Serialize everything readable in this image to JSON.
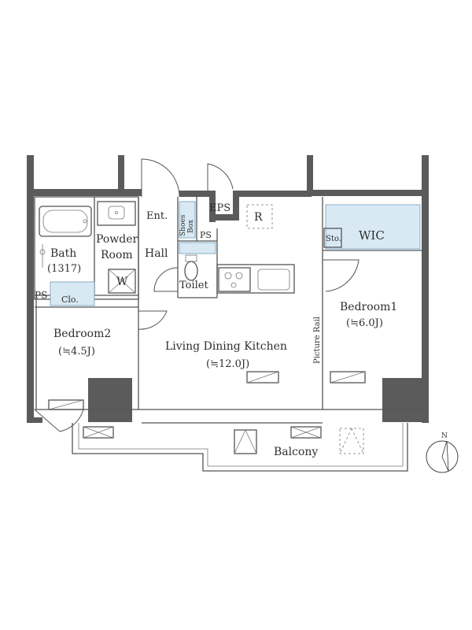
{
  "rooms": {
    "powder_room_line1": "Powder",
    "powder_room_line2": "Room",
    "bath_name": "Bath",
    "bath_size": "(1317)",
    "entrance": "Ent.",
    "shoes_box_line1": "Shoes",
    "shoes_box_line2": "Box",
    "eps": "EPS",
    "refrigerator": "R",
    "ps_hall": "PS",
    "ps_left": "PS",
    "hall": "Hall",
    "toilet": "Toilet",
    "washer": "W",
    "closet": "Clo.",
    "storage": "Sto.",
    "wic": "WIC",
    "bedroom1_name": "Bedroom1",
    "bedroom1_size": "(≒6.0J)",
    "bedroom2_name": "Bedroom2",
    "bedroom2_size": "(≒4.5J)",
    "ldk_name": "Living Dining Kitchen",
    "ldk_size": "(≒12.0J)",
    "picture_rail": "Picture Rail",
    "balcony": "Balcony"
  },
  "compass": {
    "north": "N"
  },
  "colors": {
    "wall": "#5b5b5b",
    "storage_fill": "#d8e9f4",
    "storage_stroke": "#6f9bbb"
  }
}
